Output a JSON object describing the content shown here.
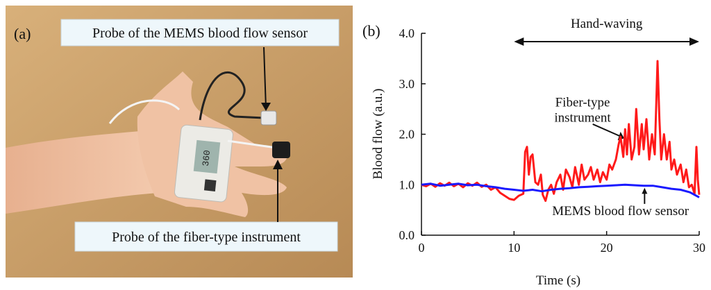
{
  "figure": {
    "panel_a_label": "(a)",
    "panel_b_label": "(b)",
    "callout_top": "Probe of the MEMS blood flow sensor",
    "callout_bottom": "Probe of the fiber-type instrument",
    "device_display": "360"
  },
  "chart_data": {
    "type": "line",
    "xlabel": "Time (s)",
    "ylabel": "Blood flow (a.u.)",
    "xlim": [
      0,
      30
    ],
    "ylim": [
      0,
      4
    ],
    "x_ticks": [
      "0",
      "10",
      "20",
      "30"
    ],
    "y_ticks": [
      "0.0",
      "1.0",
      "2.0",
      "3.0",
      "4.0"
    ],
    "grid": false,
    "series": [
      {
        "name": "Fiber-type instrument",
        "color": "#ff1a1a",
        "points": [
          [
            0,
            1.0
          ],
          [
            0.5,
            0.97
          ],
          [
            1,
            1.02
          ],
          [
            1.5,
            0.96
          ],
          [
            2,
            1.03
          ],
          [
            2.5,
            0.98
          ],
          [
            3,
            1.04
          ],
          [
            3.5,
            0.97
          ],
          [
            4,
            1.02
          ],
          [
            4.5,
            0.95
          ],
          [
            5,
            1.03
          ],
          [
            5.5,
            0.98
          ],
          [
            6,
            1.04
          ],
          [
            6.5,
            0.96
          ],
          [
            7,
            1.0
          ],
          [
            7.5,
            0.9
          ],
          [
            8,
            0.95
          ],
          [
            8.5,
            0.84
          ],
          [
            9,
            0.78
          ],
          [
            9.5,
            0.72
          ],
          [
            10,
            0.7
          ],
          [
            10.5,
            0.78
          ],
          [
            11,
            0.82
          ],
          [
            11.2,
            1.65
          ],
          [
            11.4,
            1.75
          ],
          [
            11.6,
            1.2
          ],
          [
            11.8,
            1.55
          ],
          [
            12,
            1.6
          ],
          [
            12.3,
            1.05
          ],
          [
            12.6,
            1.0
          ],
          [
            12.9,
            1.2
          ],
          [
            13.1,
            0.8
          ],
          [
            13.4,
            0.68
          ],
          [
            13.7,
            0.9
          ],
          [
            14,
            1.0
          ],
          [
            14.3,
            0.82
          ],
          [
            14.6,
            1.05
          ],
          [
            15,
            1.2
          ],
          [
            15.3,
            0.9
          ],
          [
            15.6,
            1.3
          ],
          [
            16,
            1.15
          ],
          [
            16.3,
            0.95
          ],
          [
            16.6,
            1.35
          ],
          [
            17,
            1.0
          ],
          [
            17.3,
            1.4
          ],
          [
            17.6,
            1.1
          ],
          [
            18,
            1.2
          ],
          [
            18.3,
            1.35
          ],
          [
            18.6,
            1.1
          ],
          [
            19,
            1.3
          ],
          [
            19.3,
            1.05
          ],
          [
            19.6,
            1.25
          ],
          [
            20,
            1.1
          ],
          [
            20.3,
            1.4
          ],
          [
            20.6,
            1.3
          ],
          [
            21,
            1.5
          ],
          [
            21.3,
            1.8
          ],
          [
            21.5,
            1.95
          ],
          [
            21.8,
            1.55
          ],
          [
            22,
            2.1
          ],
          [
            22.2,
            1.6
          ],
          [
            22.4,
            2.2
          ],
          [
            22.7,
            1.5
          ],
          [
            23,
            1.75
          ],
          [
            23.2,
            2.5
          ],
          [
            23.5,
            1.6
          ],
          [
            23.8,
            2.2
          ],
          [
            24,
            1.7
          ],
          [
            24.3,
            2.3
          ],
          [
            24.6,
            1.5
          ],
          [
            24.9,
            2.0
          ],
          [
            25.2,
            1.6
          ],
          [
            25.5,
            3.45
          ],
          [
            25.7,
            2.3
          ],
          [
            25.9,
            1.5
          ],
          [
            26.2,
            2.0
          ],
          [
            26.5,
            1.5
          ],
          [
            26.8,
            1.85
          ],
          [
            27,
            1.3
          ],
          [
            27.3,
            1.5
          ],
          [
            27.6,
            1.2
          ],
          [
            28,
            1.4
          ],
          [
            28.3,
            1.05
          ],
          [
            28.6,
            1.3
          ],
          [
            28.9,
            0.95
          ],
          [
            29.2,
            1.0
          ],
          [
            29.5,
            0.82
          ],
          [
            29.7,
            1.75
          ],
          [
            29.85,
            1.1
          ],
          [
            30,
            0.8
          ]
        ]
      },
      {
        "name": "MEMS blood flow sensor",
        "color": "#1a1aff",
        "points": [
          [
            0,
            1.0
          ],
          [
            1,
            1.02
          ],
          [
            2,
            0.98
          ],
          [
            3,
            1.0
          ],
          [
            4,
            1.02
          ],
          [
            5,
            0.99
          ],
          [
            6,
            1.0
          ],
          [
            7,
            0.97
          ],
          [
            8,
            0.95
          ],
          [
            9,
            0.92
          ],
          [
            10,
            0.9
          ],
          [
            11,
            0.88
          ],
          [
            12,
            0.9
          ],
          [
            13,
            0.87
          ],
          [
            14,
            0.9
          ],
          [
            15,
            0.92
          ],
          [
            16,
            0.93
          ],
          [
            17,
            0.95
          ],
          [
            18,
            0.96
          ],
          [
            19,
            0.97
          ],
          [
            20,
            0.98
          ],
          [
            21,
            0.99
          ],
          [
            22,
            1.0
          ],
          [
            23,
            0.99
          ],
          [
            24,
            0.98
          ],
          [
            25,
            0.98
          ],
          [
            26,
            0.95
          ],
          [
            27,
            0.92
          ],
          [
            28,
            0.9
          ],
          [
            29,
            0.85
          ],
          [
            30,
            0.75
          ]
        ]
      }
    ],
    "annotations": {
      "hand_waving": "Hand-waving",
      "hand_waving_range": [
        10,
        30
      ],
      "fiber_label_line1": "Fiber-type",
      "fiber_label_line2": "instrument",
      "mems_label": "MEMS blood flow sensor"
    }
  }
}
